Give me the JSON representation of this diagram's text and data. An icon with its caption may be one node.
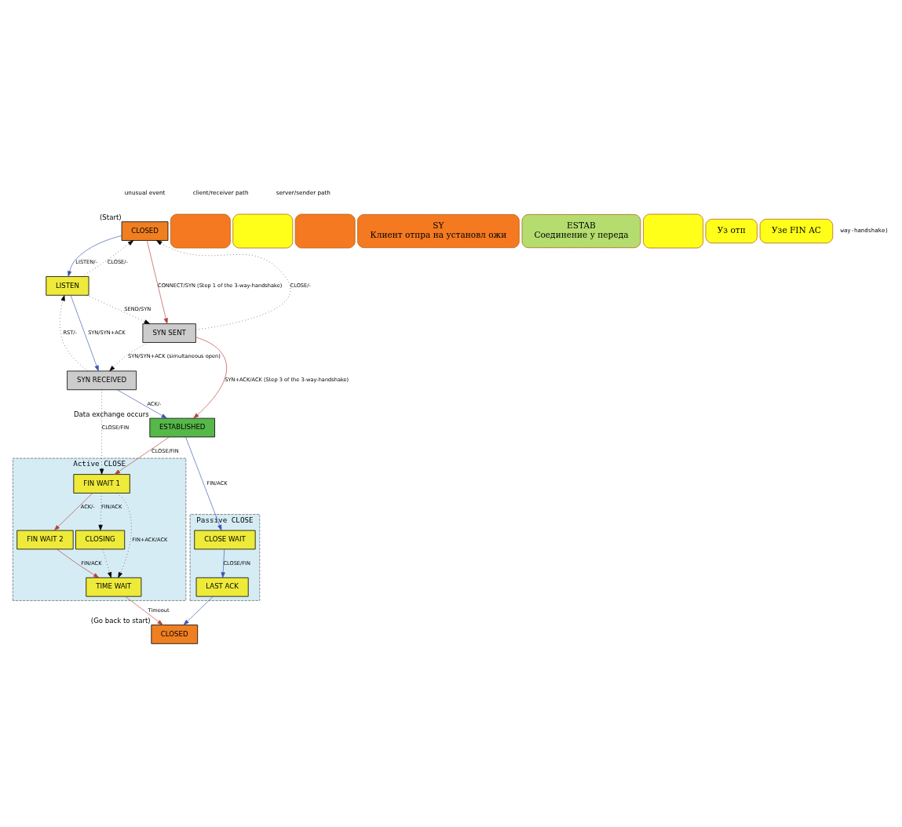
{
  "diagram": {
    "nodes": [
      {
        "text": [
          "CLOSED"
        ],
        "beside": [
          "(Start)"
        ]
      },
      {
        "text": [
          "LISTEN"
        ]
      },
      {
        "text": [
          "SYN RECEIVED"
        ]
      },
      {
        "text": [
          "SYN SENT"
        ]
      },
      {
        "text": [
          "ESTABLISHED"
        ],
        "beside": [
          "Data exchange occurs"
        ]
      },
      {
        "text": [
          "Active CLOSE"
        ]
      },
      {
        "text": [
          "FIN WAIT 1"
        ],
        "in": 5
      },
      {
        "text": [
          "FIN WAIT 2"
        ],
        "in": 5
      },
      {
        "text": [
          "CLOSING"
        ],
        "in": 5
      },
      {
        "text": [
          "TIME WAIT"
        ],
        "in": 5
      },
      {
        "text": [
          "Passive CLOSE"
        ]
      },
      {
        "text": [
          "CLOSE WAIT"
        ],
        "in": 10
      },
      {
        "text": [
          "LAST ACK"
        ],
        "in": 10
      },
      {
        "text": [
          "CLOSED"
        ],
        "beside": [
          "(Go back to start)"
        ]
      },
      {
        "text": [],
        "shape": "box"
      },
      {
        "text": [],
        "shape": "box"
      },
      {
        "text": [],
        "shape": "box"
      },
      {
        "text": [
          "SY",
          "Клиент отпра на установл ожи"
        ]
      },
      {
        "text": [
          "ESTAB",
          "Соединение у переда"
        ]
      },
      {
        "text": [],
        "shape": "box"
      },
      {
        "text": [
          "Уз отп"
        ]
      },
      {
        "text": [
          "Узе FIN AC"
        ]
      }
    ],
    "edges": [
      {
        "from": 0,
        "to": 3,
        "arrow": "to",
        "label": "CONNECT/SYN (Step 1 of the 3-way-handshake)",
        "color": "#b5413a"
      },
      {
        "from": 3,
        "to": 0,
        "arrow": "to",
        "label": "CLOSE/-",
        "style": "dashed"
      },
      {
        "from": 0,
        "to": 1,
        "arrow": "to",
        "label": "LISTEN/-",
        "color": "#3a55b0"
      },
      {
        "from": 1,
        "to": 0,
        "arrow": "to",
        "label": "CLOSE/-",
        "style": "dashed"
      },
      {
        "from": 1,
        "to": 2,
        "arrow": "to",
        "label": "SYN/SYN+ACK",
        "color": "#3a55b0"
      },
      {
        "from": 2,
        "to": 1,
        "arrow": "to",
        "label": "RST/-",
        "style": "dashed"
      },
      {
        "from": 1,
        "to": 3,
        "arrow": "to",
        "label": "SEND/SYN",
        "style": "dashed"
      },
      {
        "from": 3,
        "to": 2,
        "arrow": "to",
        "label": "SYN/SYN+ACK (simultaneous open)",
        "style": "dashed"
      },
      {
        "from": 2,
        "to": 4,
        "arrow": "to",
        "label": "ACK/-",
        "color": "#3a55b0"
      },
      {
        "from": 3,
        "to": 4,
        "arrow": "to",
        "label": "SYN+ACK/ACK (Step 3 of the 3-way-handshake)",
        "color": "#b5413a"
      },
      {
        "from": 2,
        "to": 6,
        "arrow": "to",
        "label": "CLOSE/FIN",
        "style": "dashed"
      },
      {
        "from": 4,
        "to": 6,
        "arrow": "to",
        "label": "CLOSE/FIN",
        "color": "#b5413a"
      },
      {
        "from": 4,
        "to": 11,
        "arrow": "to",
        "label": "FIN/ACK",
        "color": "#3a55b0"
      },
      {
        "from": 6,
        "to": 8,
        "arrow": "to",
        "label": "FIN/ACK",
        "style": "dashed"
      },
      {
        "from": 6,
        "to": 9,
        "arrow": "to",
        "label": "FIN+ACK/ACK",
        "style": "dashed"
      },
      {
        "from": 6,
        "to": 7,
        "arrow": "to",
        "label": "ACK/-",
        "color": "#b5413a"
      },
      {
        "from": 7,
        "to": 9,
        "arrow": "to",
        "label": "FIN/ACK",
        "color": "#b5413a"
      },
      {
        "from": 8,
        "to": 9,
        "arrow": "to",
        "style": "dashed"
      },
      {
        "from": 9,
        "to": 13,
        "arrow": "to",
        "label": "Timeout",
        "color": "#b5413a"
      },
      {
        "from": 11,
        "to": 12,
        "arrow": "to",
        "label": "CLOSE/FIN",
        "color": "#3a55b0"
      },
      {
        "from": 12,
        "to": 13,
        "arrow": "to",
        "color": "#3a55b0"
      }
    ],
    "labels": [
      "way-handshake)"
    ],
    "legend": [
      {
        "text": "unusual event"
      },
      {
        "text": "client/receiver path"
      },
      {
        "text": "server/sender path"
      }
    ]
  }
}
